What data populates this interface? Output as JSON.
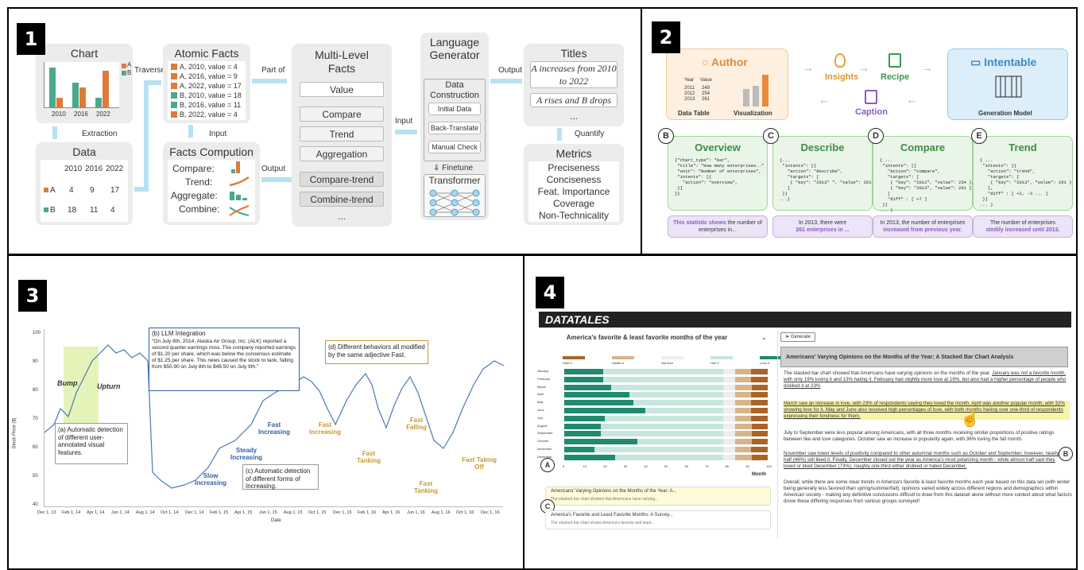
{
  "panels": {
    "p1": "1",
    "p2": "2",
    "p3": "3",
    "p4": "4"
  },
  "p1": {
    "chart_title": "Chart",
    "chart_ticks": [
      "2010",
      "2016",
      "2022"
    ],
    "chart_legend": [
      "A",
      "B"
    ],
    "extraction": "Extraction",
    "traverse": "Traverse",
    "data_title": "Data",
    "data_headers": [
      "2010",
      "2016",
      "2022"
    ],
    "data_rows": [
      {
        "name": "A",
        "values": [
          "4",
          "9",
          "17"
        ]
      },
      {
        "name": "B",
        "values": [
          "18",
          "11",
          "4"
        ]
      }
    ],
    "atomic_title": "Atomic Facts",
    "atomic": [
      "A, 2010, value = 4",
      "A, 2016, value = 9",
      "A, 2022, value = 17",
      "B, 2010, value = 18",
      "B, 2016, value = 11",
      "B, 2022, value = 4"
    ],
    "part_of": "Part of",
    "input": "Input",
    "output": "Output",
    "input2": "Input",
    "output2": "Output",
    "comp_title": "Facts Compution",
    "comp_items": [
      "Compare:",
      "Trend:",
      "Aggregate:",
      "Combine:"
    ],
    "ml_title": "Multi-Level Facts",
    "ml_items": [
      "Value",
      "Compare",
      "Trend",
      "Aggregation",
      "Compare-trend",
      "Combine-trend"
    ],
    "ml_more": "...",
    "lg_title": "Language Generator",
    "lg_sub": "Data Construction",
    "lg_items": [
      "Initial Data",
      "Back-Translate",
      "Manual Check"
    ],
    "finetune": "Finetune",
    "transformer": "Transformer",
    "titles_title": "Titles",
    "titles": [
      "A increases from 2010 to 2022",
      "A rises and B drops"
    ],
    "titles_more": "...",
    "quantify": "Quantify",
    "metrics_title": "Metrics",
    "metrics": [
      "Preciseness",
      "Conciseness",
      "Feat. Importance",
      "Coverage",
      "Non-Technicality"
    ]
  },
  "p2": {
    "author": "Author",
    "year_h": "Year",
    "value_h": "Value",
    "table": [
      [
        "2011",
        "249"
      ],
      [
        "2012",
        "254"
      ],
      [
        "2013",
        "261"
      ]
    ],
    "data_table": "Data Table",
    "visualization": "Visualization",
    "insights": "Insights",
    "recipe": "Recipe",
    "caption": "Caption",
    "intentable": "Intentable",
    "gen_model": "Generation Model",
    "cards": [
      {
        "letter": "B",
        "title": "Overview",
        "code": "{\"chart_type\": \"bar\",\n \"title\": \"How many enterprises..\"\n \"unit\": \"Number of enterprises\",\n \"intents\": [{\n   \"action\": \"overview\",\n }]\n}}",
        "sent_a": "This statistic shows",
        "sent_b": " the number of enterprises in..."
      },
      {
        "letter": "C",
        "title": "Describe",
        "code": "{...\n \"intents\": [{\n   \"action\": \"describe\",\n   \"targets\": [\n    { \"key\": \"2013\" \", \"value\": 261 }\n   ]\n }]\n...}",
        "sent_a": "In 2013, there were",
        "sent_b": "261 enterprises in ..."
      },
      {
        "letter": "D",
        "title": "Compare",
        "code": "{ ...\n \"intents\": [{\n   \"action\": \"compare\",\n   \"targets\": [\n    { \"key\": \"2012\", \"value\": 254 },\n    { \"key\": \"2013\", \"value\": 261 }\n   ]\n   \"diff\" : [ +7 ]\n }]\n... }",
        "sent_a": "In 2013, the number of enterprises",
        "sent_b": "increased from previous year."
      },
      {
        "letter": "E",
        "title": "Trend",
        "code": "{ ...\n \"intents\": [{\n   \"action\": \"trend\",\n   \"targets\": [\n    { \"key\": \"2013\", \"value\": 261 }\n   ],\n   \"diff\" : [ +2, -3 ... ]\n }]\n... }",
        "sent_a": "The number of enterprises",
        "sent_b": "stedily increased until 2013."
      }
    ]
  },
  "p3": {
    "ylabel": "Stock Price ($)",
    "xlabel": "Date",
    "yticks": [
      "100",
      "90",
      "80",
      "70",
      "60",
      "50",
      "40"
    ],
    "xticks": [
      "Dec 1, 13",
      "Feb 1, 14",
      "Apr 1, 14",
      "Jun 1, 14",
      "Aug 1, 14",
      "Oct 1, 14",
      "Dec 1, 14",
      "Feb 1, 15",
      "Apr 1, 15",
      "Jun 1, 15",
      "Aug 1, 15",
      "Oct 1, 15",
      "Dec 1, 15",
      "Feb 1, 16",
      "Apr 1, 16",
      "Jun 1, 16",
      "Aug 1, 16",
      "Oct 1, 16",
      "Dec 1, 16"
    ],
    "bump": "Bump",
    "upturn": "Upturn",
    "a_text": "(a) Automatic detection of different user-annotated visual features.",
    "b_title": "(b) LLM Integration",
    "b_text": "\"On July 8th, 2014, Alaska Air Group, Inc. (ALK) reported a second quarter earnings miss. The company reported earnings of $1.20 per share, which was below the consensus estimate of $1.25 per share. This news caused the stock to tank, falling from $50.90 on July 8th to $48.50 on July 9th.\"",
    "c_text": "(c) Automatic detection of different forms of Increasing.",
    "d_text": "(d) Different behaviors all modified by the same adjective Fast.",
    "labels": {
      "slow": "Slow Increasing",
      "steady": "Steady Increasing",
      "fast_inc": "Fast Increasing",
      "fast_inc2": "Fast Increasing",
      "fast_tank": "Fast Tanking",
      "fast_fall": "Fast Falling",
      "fast_tank2": "Fast Tanking",
      "fast_off": "Fast Taking Off"
    }
  },
  "p4": {
    "logo": "DATATALES",
    "chart_title": "America's favorite & least favorite months of the year",
    "legend": [
      "Hate it",
      "Dislike it",
      "Not sure",
      "Like it",
      "Love it"
    ],
    "months": [
      "January",
      "February",
      "March",
      "April",
      "May",
      "June",
      "July",
      "August",
      "September",
      "October",
      "November",
      "December"
    ],
    "xticks": [
      "0",
      "10",
      "20",
      "30",
      "40",
      "50",
      "60",
      "70",
      "80",
      "90",
      "100"
    ],
    "xlabel": "Month",
    "generate": "Generate",
    "story_title": "Americans' Varying Opinions on the Months of the Year: A Stacked Bar Chart Analysis",
    "p1_plain": "The stacked bar chart showed that Americans have varying opinions on the months of the year. ",
    "p1_u": "January was not a favorite month, with only 19% loving it and 13% hating it. February had slightly more love at 19%, but also had a higher percentage of people who disliked it at 23%",
    "p2": "March saw an increase in love, with 23% of respondents saying they loved the month. April was another popular month, with 32% showing love for it. May and June also received high percentages of love, with both months having over one-third of respondents expressing their fondness for them.",
    "p3": "July to September were less popular among Americans, with all three months receiving similar proportions of positive ratings between like and love categories. October saw an increase in popularity again, with 36% loving the fall month.",
    "p4": "November saw lower levels of positivity compared to other autumnal months such as October and September; however, nearly half (46%) still liked it. Finally, December closed out the year as America's most polarizing month - while almost half said they loved or liked December (73%), roughly one-third either disliked or hated December.",
    "p5": "Overall, while there are some clear trends in America's favorite & least favorite months each year based on this data set (with winter being generally less favored than spring/summer/fall), opinions varied widely across different regions and demographics within American society - making any definitive conclusions difficult to draw from this dataset alone without more context about what factors drove these differing responses from various groups surveyed!",
    "list": [
      {
        "t": "Americans' Varying Opinions on the Months of the Year: A...",
        "s": "The stacked bar chart showed that Americans have varying..."
      },
      {
        "t": "America's Favorite and Least Favorite Months: A Survey...",
        "s": "The stacked bar chart shows America's favorite and least..."
      }
    ],
    "markers": [
      "A",
      "B",
      "C"
    ]
  },
  "chart_data": {
    "type": "bar",
    "title": "America's favorite & least favorite months of the year",
    "series_names": [
      "Hate it",
      "Dislike it",
      "Not sure",
      "Like it",
      "Love it"
    ],
    "categories": [
      "January",
      "February",
      "March",
      "April",
      "May",
      "June",
      "July",
      "August",
      "September",
      "October",
      "November",
      "December"
    ],
    "love": [
      19,
      19,
      23,
      32,
      34,
      40,
      20,
      18,
      18,
      36,
      15,
      25
    ],
    "colors": {
      "hate": "#a9642a",
      "dislike": "#d7b48b",
      "notsure": "#eeeeee",
      "like": "#c6e6dd",
      "love": "#1f8a70"
    }
  }
}
